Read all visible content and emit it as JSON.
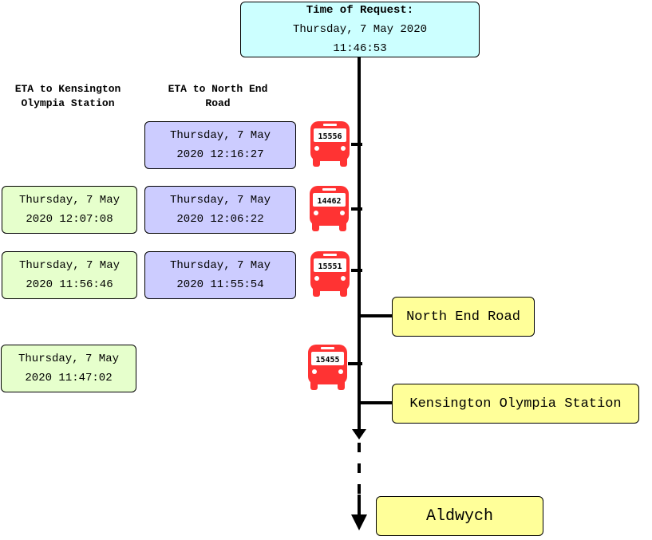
{
  "request": {
    "title": "Time of Request:",
    "date": "Thursday, 7 May 2020",
    "time": "11:46:53"
  },
  "columns": {
    "kensington": "ETA to Kensington Olympia Station",
    "north_end": "ETA to North End Road"
  },
  "buses": [
    {
      "id": "15556",
      "eta_north_end": [
        "Thursday, 7 May",
        "2020 12:16:27"
      ],
      "eta_kensington": null
    },
    {
      "id": "14462",
      "eta_north_end": [
        "Thursday, 7 May",
        "2020 12:06:22"
      ],
      "eta_kensington": [
        "Thursday, 7 May",
        "2020 12:07:08"
      ]
    },
    {
      "id": "15551",
      "eta_north_end": [
        "Thursday, 7 May",
        "2020 11:55:54"
      ],
      "eta_kensington": [
        "Thursday, 7 May",
        "2020 11:56:46"
      ]
    },
    {
      "id": "15455",
      "eta_north_end": null,
      "eta_kensington": [
        "Thursday, 7 May",
        "2020 11:47:02"
      ]
    }
  ],
  "stops": {
    "north_end": "North End Road",
    "kensington": "Kensington Olympia Station",
    "destination": "Aldwych"
  },
  "colors": {
    "bus": "#ff3333",
    "request_bg": "#ccffff",
    "north_end_eta_bg": "#ccccff",
    "kensington_eta_bg": "#e6ffcc",
    "stop_bg": "#ffff99"
  }
}
